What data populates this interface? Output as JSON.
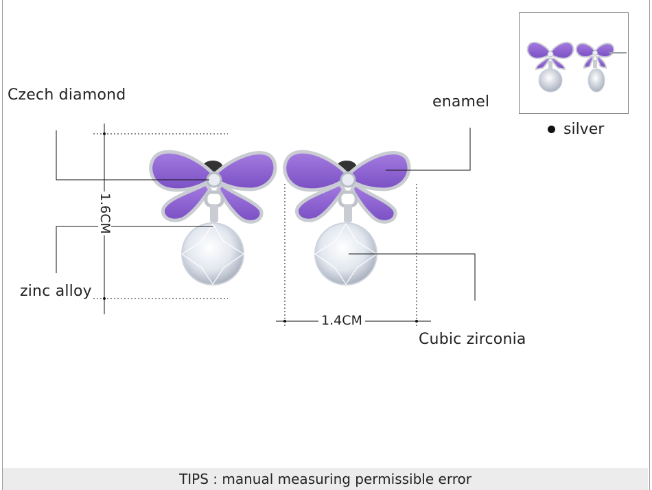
{
  "labels": {
    "czech_diamond": "Czech diamond",
    "enamel": "enamel",
    "zinc_alloy": "zinc alloy",
    "cubic_zirconia": "Cubic zirconia"
  },
  "dimensions": {
    "height": "1.6CM",
    "width": "1.4CM"
  },
  "variant": {
    "label": "silver"
  },
  "tips": "TIPS : manual measuring permissible error",
  "colors": {
    "enamel": "#8c5fd0",
    "metal": "#bfc3c8",
    "crystal": "#e6ebf2"
  }
}
